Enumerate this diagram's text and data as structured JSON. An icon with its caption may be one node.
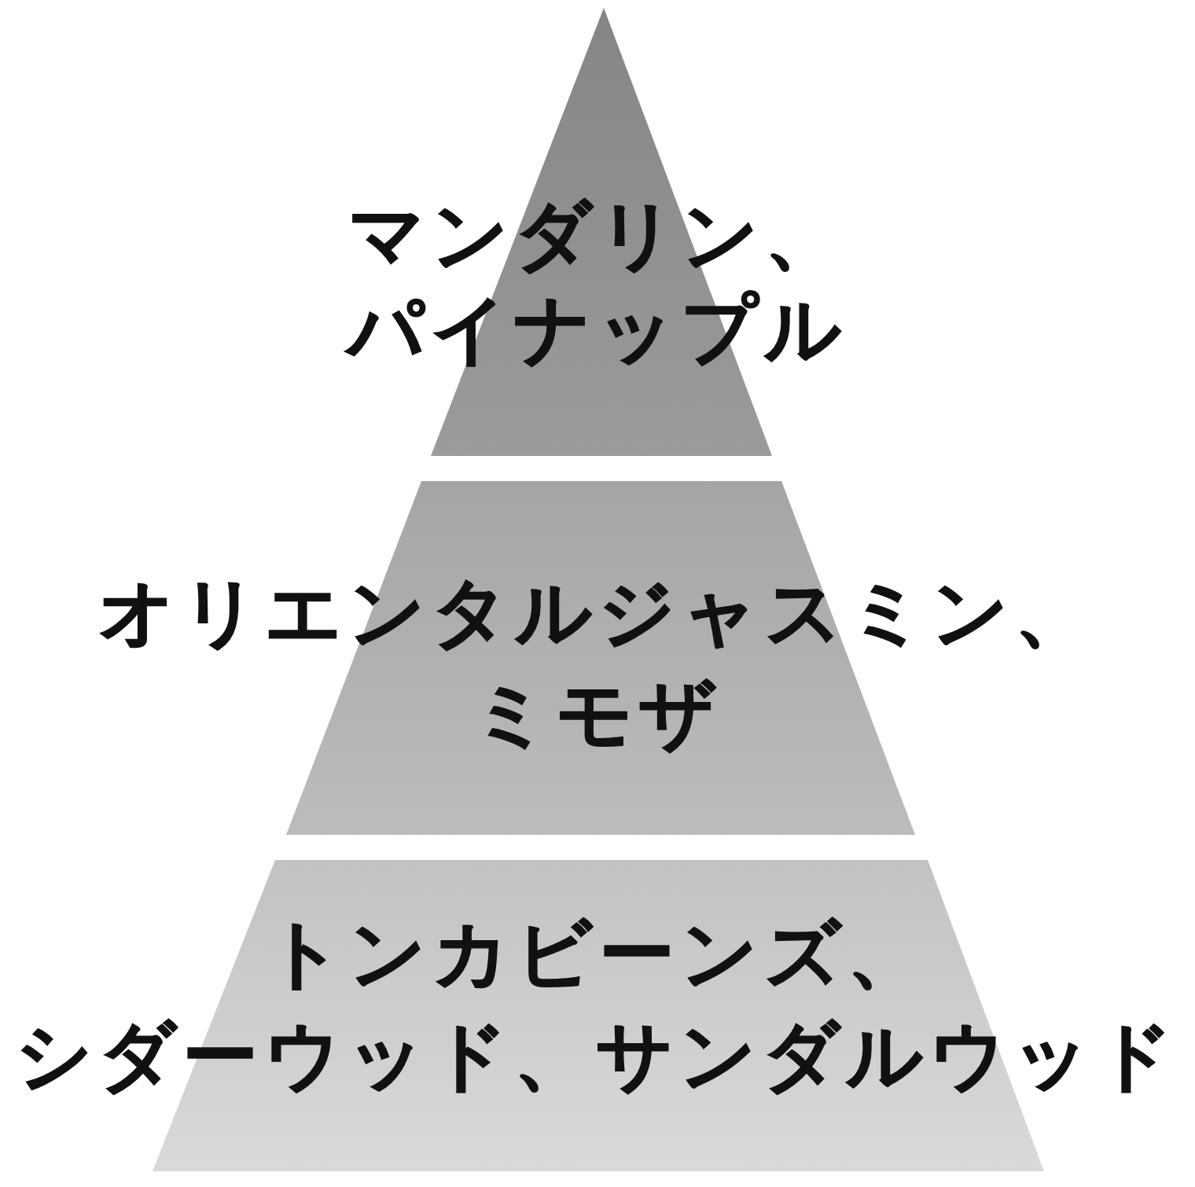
{
  "diagram": {
    "nodes": [
      {
        "text": [
          "マンダリン、パイナップル"
        ]
      },
      {
        "text": [
          "オリエンタルジャスミン、ミモザ"
        ]
      },
      {
        "text": [
          "トンカビーンズ、シダーウッド、サンダルウッド"
        ]
      }
    ]
  }
}
